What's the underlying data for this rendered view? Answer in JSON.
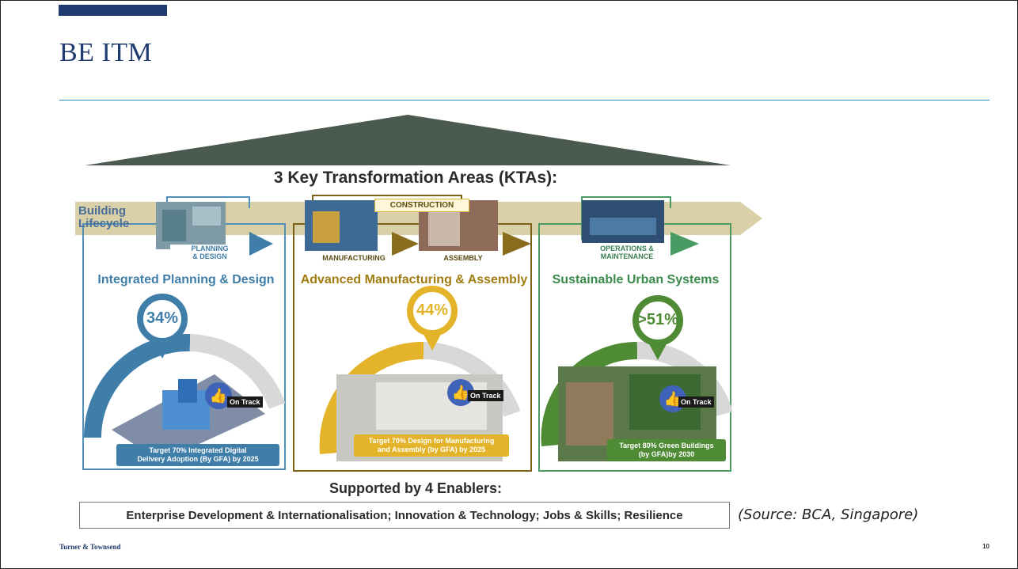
{
  "slide": {
    "title": "BE ITM",
    "source_note": "(Source: BCA, Singapore)",
    "footer_company": "Turner & Townsend",
    "page_number": "10"
  },
  "infographic": {
    "heading": "3 Key Transformation Areas (KTAs):",
    "lifecycle_label_line1": "Building",
    "lifecycle_label_line2": "Lifecycle",
    "construction_label": "CONSTRUCTION",
    "phases": {
      "planning_line1": "PLANNING",
      "planning_line2": "& DESIGN",
      "manufacturing": "MANUFACTURING",
      "assembly": "ASSEMBLY",
      "operations_line1": "OPERATIONS &",
      "operations_line2": "MAINTENANCE"
    },
    "columns": [
      {
        "title": "Integrated Planning & Design",
        "percent": "34%",
        "status": "On Track",
        "target_line1": "Target 70% Integrated Digital",
        "target_line2": "Delivery Adoption (By GFA) by 2025",
        "color": "#3f7ea8"
      },
      {
        "title": "Advanced Manufacturing & Assembly",
        "percent": "44%",
        "status": "On Track",
        "target_line1": "Target 70% Design for Manufacturing",
        "target_line2": "and Assembly (by GFA) by 2025",
        "color": "#e3b429"
      },
      {
        "title": "Sustainable Urban Systems",
        "percent": ">51%",
        "status": "On Track",
        "target_line1": "Target 80% Green Buildings",
        "target_line2": "(by GFA)by 2030",
        "color": "#4f8a35"
      }
    ],
    "enablers_heading": "Supported by 4 Enablers:",
    "enablers_text": "Enterprise Development & Internationalisation; Innovation & Technology; Jobs & Skills; Resilience",
    "colors": {
      "roof": "#4a5a4e",
      "arrow_band": "#d9d0a8",
      "planning_accent": "#3f7ea8",
      "construction_accent": "#8a6d1c",
      "operations_accent": "#4a9a64"
    }
  }
}
